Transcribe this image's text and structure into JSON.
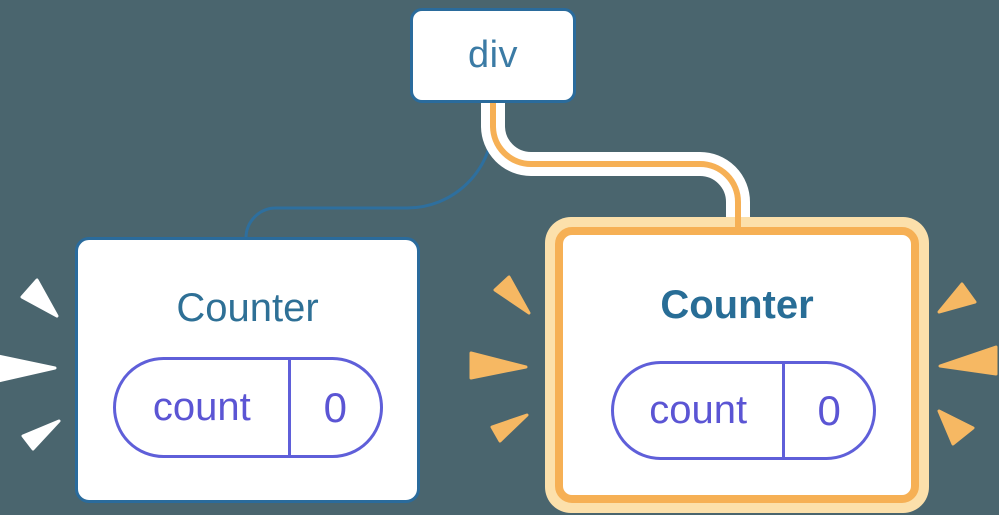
{
  "root_node": {
    "label": "div"
  },
  "left_card": {
    "title": "Counter",
    "state_key": "count",
    "state_value": "0"
  },
  "right_card": {
    "title": "Counter",
    "state_key": "count",
    "state_value": "0"
  },
  "colors": {
    "background": "#4a656e",
    "node_blue_border": "#2a6b9c",
    "node_text_blue": "#3b7ba5",
    "title_blue": "#2e7096",
    "state_purple": "#5f5fd9",
    "highlight_orange": "#f6b055",
    "highlight_pale": "#fce0ab",
    "sparkle_white": "#ffffff",
    "sparkle_orange": "#f6b863"
  }
}
